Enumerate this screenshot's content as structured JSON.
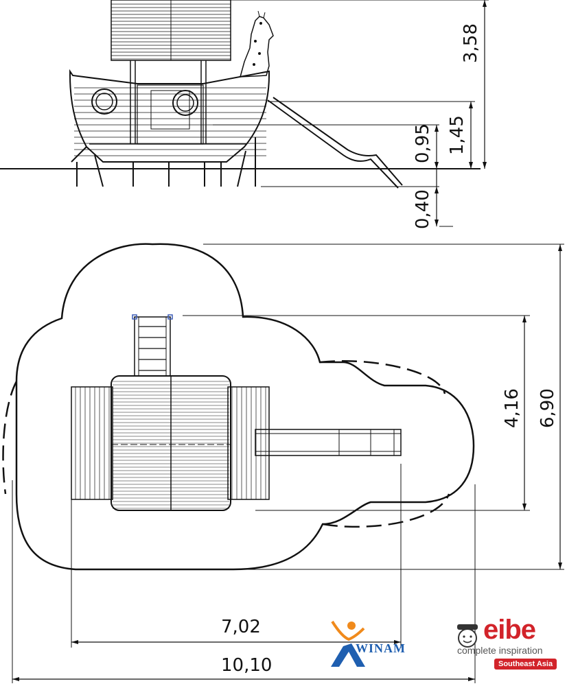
{
  "elevation_dimensions": {
    "total_height": "3,58",
    "platform_height": "1,45",
    "deck_height": "0,95",
    "foundation_depth": "0,40"
  },
  "plan_dimensions": {
    "structure_depth": "4,16",
    "safety_area_depth": "6,90",
    "structure_length": "7,02",
    "safety_area_length": "10,10"
  },
  "logos": {
    "eibe_word": "eibe",
    "eibe_tagline": "complete inspiration",
    "eibe_badge": "Southeast Asia",
    "winam_word": "WINAM"
  },
  "colors": {
    "line": "#111111",
    "eibe_red": "#d2232a",
    "winam_blue": "#1f5fb0",
    "winam_orange": "#f08a1c"
  }
}
